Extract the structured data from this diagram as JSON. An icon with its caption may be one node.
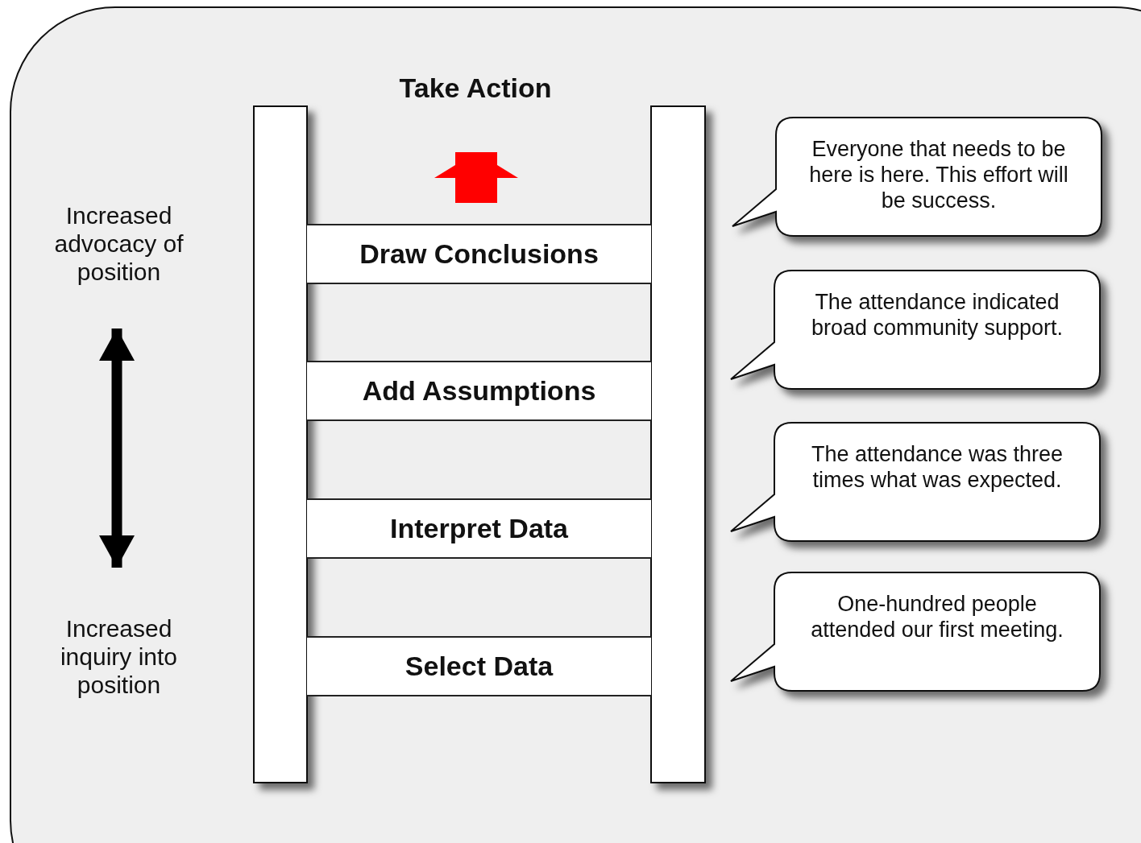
{
  "diagram": {
    "nodes": [
      {
        "text": [
          "Take Action"
        ]
      },
      {
        "text": [
          "Draw Conclusions"
        ]
      },
      {
        "text": [
          "Add Assumptions"
        ]
      },
      {
        "text": [
          "Interpret Data"
        ]
      },
      {
        "text": [
          "Select Data"
        ]
      },
      {
        "text": [
          "Everyone that needs to be here is here. This effort will be success."
        ]
      },
      {
        "text": [
          "The attendance indicated broad community support."
        ]
      },
      {
        "text": [
          "The attendance was three times what was expected."
        ]
      },
      {
        "text": [
          "One-hundred people attended our first meeting."
        ]
      },
      {
        "text": [
          "Increased advocacy of position"
        ]
      },
      {
        "text": [
          "Increased inquiry into position"
        ]
      }
    ],
    "edges": [
      {
        "from": null,
        "to": 0,
        "arrow": "to",
        "style": "thick",
        "color": "#ff0000"
      },
      {
        "from": 9,
        "to": 10,
        "arrow": "both",
        "color": "#000000"
      }
    ]
  }
}
